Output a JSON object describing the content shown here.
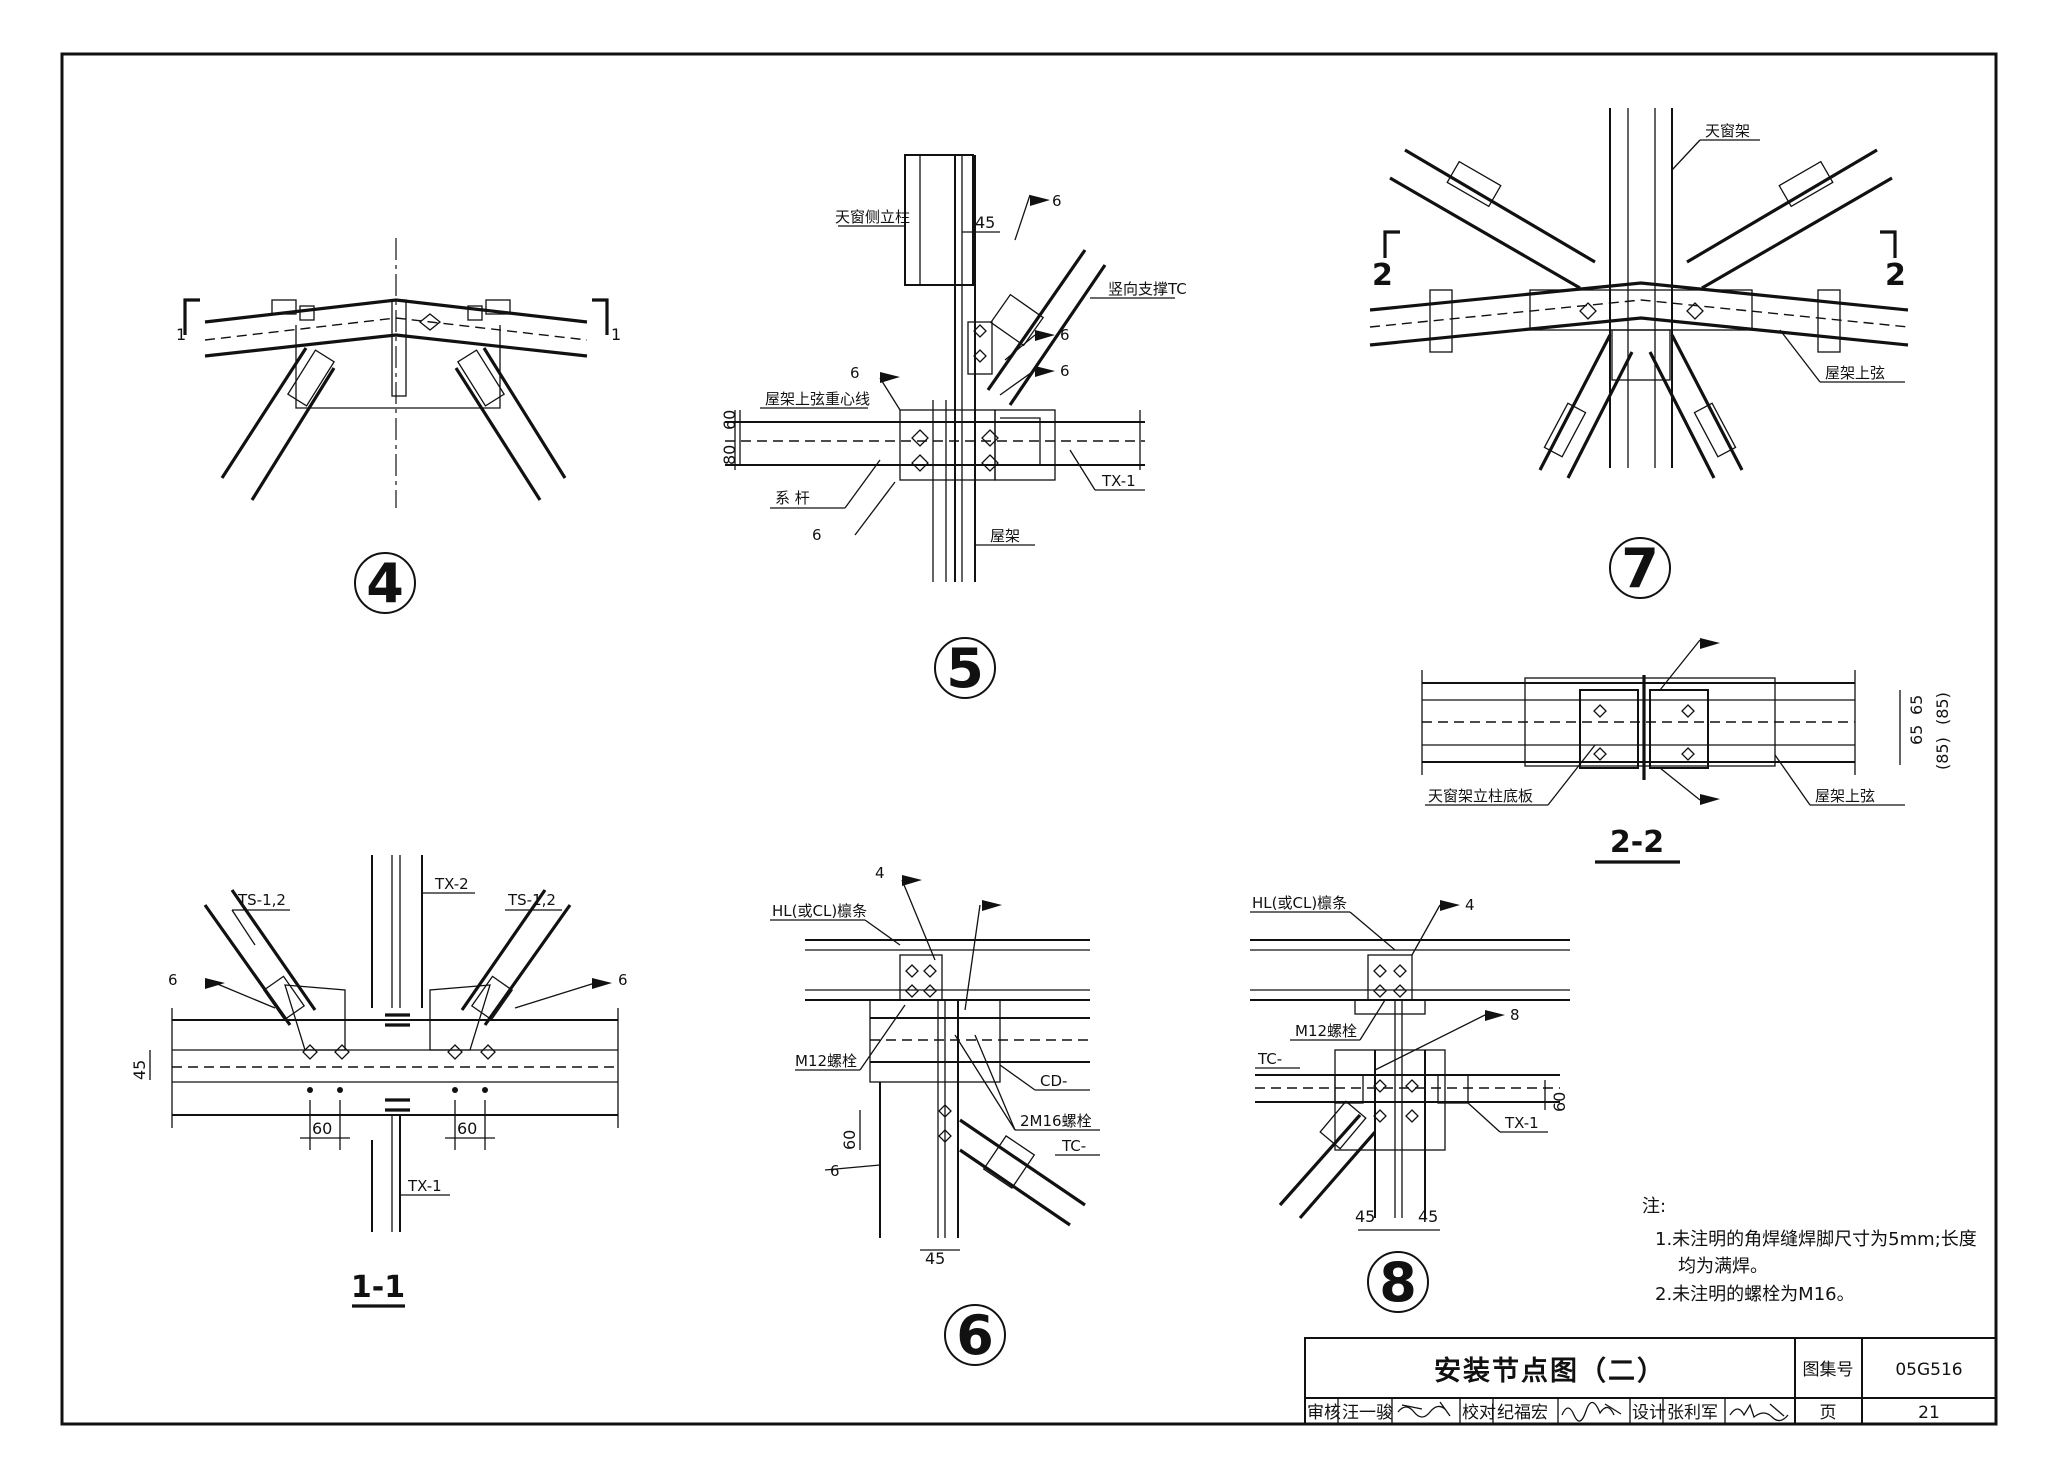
{
  "details": {
    "d4": {
      "number": "4",
      "cut_marks": [
        "1",
        "1"
      ]
    },
    "d5": {
      "number": "5",
      "labels": {
        "side_post": "天窗侧立柱",
        "vertical_brace": "竖向支撑TC",
        "chord_centerline": "屋架上弦重心线",
        "tie_rod": "系  杆",
        "tx1": "TX-1",
        "truss": "屋架"
      },
      "welds": [
        "6",
        "6",
        "6",
        "6",
        "6"
      ],
      "dims": [
        "45",
        "80",
        "60"
      ]
    },
    "d7": {
      "number": "7",
      "cut_marks": [
        "2",
        "2"
      ],
      "labels": {
        "skylight_frame": "天窗架",
        "truss_top_chord": "屋架上弦"
      }
    },
    "s22": {
      "title": "2-2",
      "labels": {
        "base_plate": "天窗架立柱底板",
        "truss_top_chord": "屋架上弦"
      },
      "dims": [
        "65",
        "65",
        "(85)",
        "(85)"
      ]
    },
    "s11": {
      "title": "1-1",
      "labels": {
        "ts_left": "TS-1,2",
        "ts_right": "TS-1,2",
        "tx2": "TX-2",
        "tx1": "TX-1"
      },
      "welds": [
        "6",
        "6"
      ],
      "dims": [
        "45",
        "60",
        "60"
      ]
    },
    "d6": {
      "number": "6",
      "labels": {
        "purlin": "HL(或CL)檩条",
        "bolt_m12": "M12螺栓",
        "cd": "CD-",
        "bolt_2m16": "2M16螺栓",
        "tc": "TC-"
      },
      "welds": [
        "4",
        "6"
      ],
      "dims": [
        "60",
        "45"
      ]
    },
    "d8": {
      "number": "8",
      "labels": {
        "purlin": "HL(或CL)檩条",
        "bolt_m12": "M12螺栓",
        "tc": "TC-",
        "tx1": "TX-1"
      },
      "welds": [
        "4",
        "8"
      ],
      "dims": [
        "60",
        "45",
        "45"
      ]
    }
  },
  "notes": {
    "heading": "注:",
    "line1a": "1.未注明的角焊缝焊脚尺寸为5mm;长度",
    "line1b": "均为满焊。",
    "line2": "2.未注明的螺栓为M16。"
  },
  "title_block": {
    "title": "安装节点图（二）",
    "atlas_label": "图集号",
    "atlas_no": "05G516",
    "page_label": "页",
    "page_no": "21",
    "review_label": "审核",
    "reviewer": "汪一骏",
    "check_label": "校对",
    "checker": "纪福宏",
    "design_label": "设计",
    "designer": "张利军"
  }
}
